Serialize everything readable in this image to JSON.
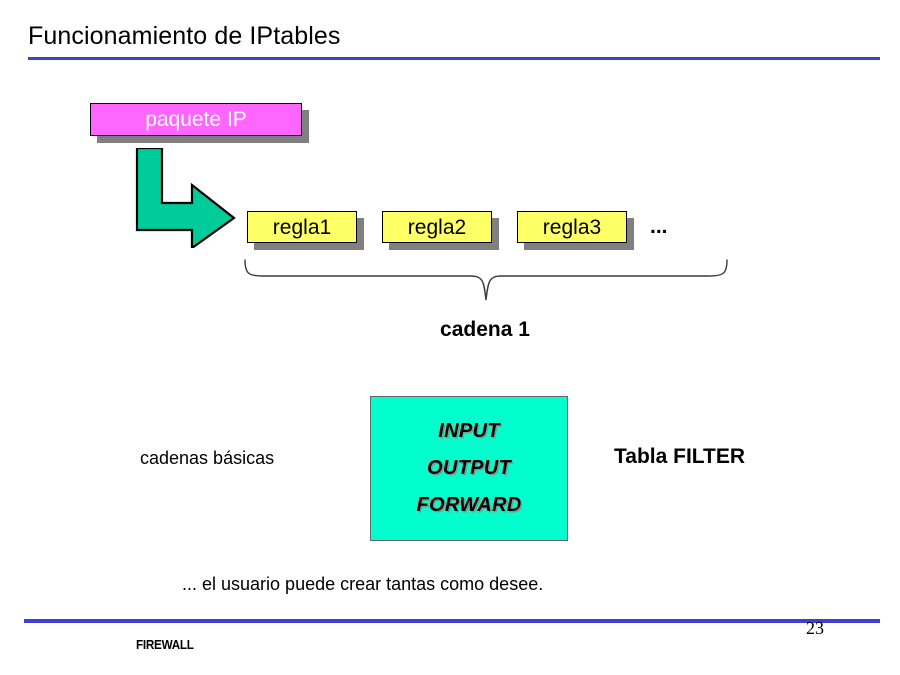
{
  "slide": {
    "title": "Funcionamiento de IPtables",
    "accent_color": "#4040d0"
  },
  "diagram": {
    "packet": {
      "label": "paquete IP",
      "fill": "#ff66ff",
      "text_color": "#ffffff"
    },
    "arrow": {
      "name": "flow-arrow",
      "fill": "#00cc99",
      "stroke": "#000000"
    },
    "rules": [
      {
        "label": "regla1",
        "fill": "#ffff66"
      },
      {
        "label": "regla2",
        "fill": "#ffff66"
      },
      {
        "label": "regla3",
        "fill": "#ffff66"
      }
    ],
    "rules_ellipsis": "...",
    "chain_label": "cadena 1",
    "filter_box": {
      "fill": "#00ffcc",
      "border": "#666666",
      "chains": [
        "INPUT",
        "OUTPUT",
        "FORWARD"
      ]
    },
    "basic_chains_label": "cadenas básicas",
    "filter_table_label": "Tabla FILTER",
    "user_note": "... el usuario puede crear tantas como desee."
  },
  "footer": {
    "label": "FIREWALL",
    "page_number": "23",
    "rule_color": "#4040d0"
  }
}
